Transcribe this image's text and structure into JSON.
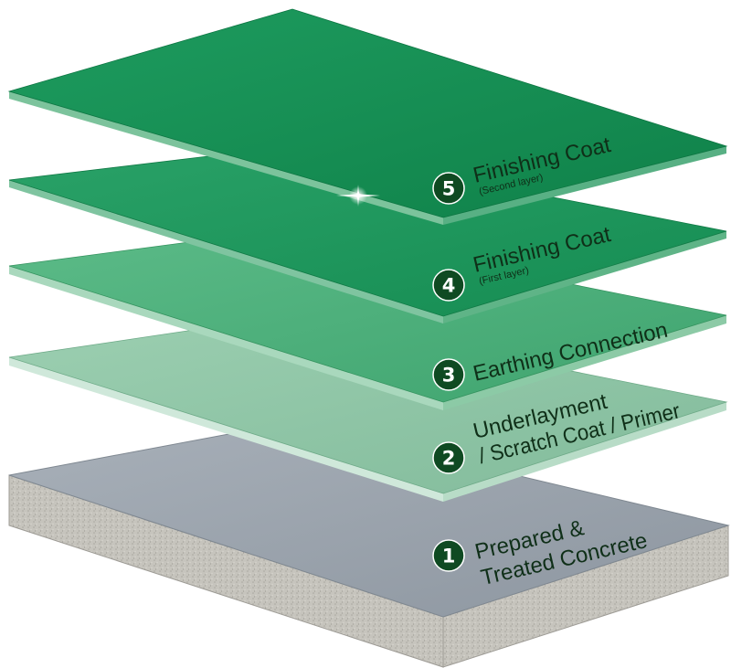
{
  "colors": {
    "background": "#ffffff",
    "badge": "#0f4a22",
    "label_dark": "#0f2f18",
    "concrete_top": "#9aa3ad",
    "concrete_side": "#c4c2bc",
    "primer": "#8fc6a6",
    "earthing": "#4eb07c",
    "coat_first": "#1f9a5e",
    "coat_second": "#18935a"
  },
  "layers": [
    {
      "number": "1",
      "title_line1": "Prepared &",
      "title_line2": "Treated Concrete"
    },
    {
      "number": "2",
      "title_line1": "Underlayment",
      "title_line2": "/ Scratch Coat / Primer"
    },
    {
      "number": "3",
      "title_line1": "Earthing Connection"
    },
    {
      "number": "4",
      "title_line1": "Finishing Coat",
      "subtitle": "(First layer)"
    },
    {
      "number": "5",
      "title_line1": "Finishing Coat",
      "subtitle": "(Second layer)"
    }
  ],
  "icons": {
    "highlight": "sparkle-icon"
  }
}
